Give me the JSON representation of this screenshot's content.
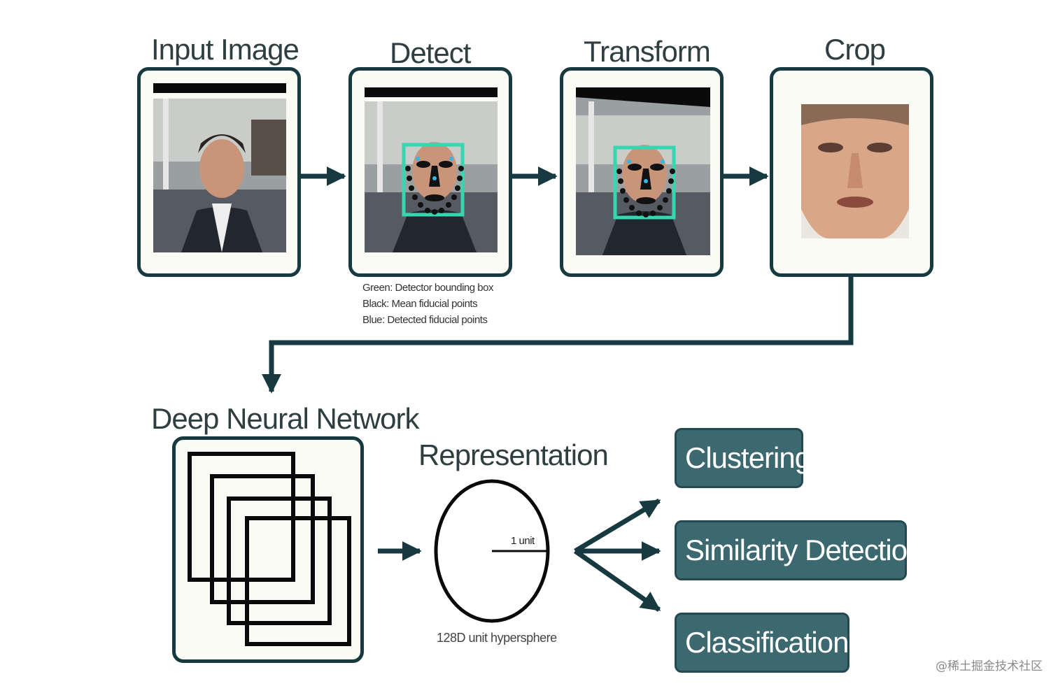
{
  "stages": {
    "input": "Input Image",
    "detect": "Detect",
    "transform": "Transform",
    "crop": "Crop",
    "dnn": "Deep Neural Network",
    "representation": "Representation"
  },
  "legend": [
    "Green: Detector bounding box",
    "Black: Mean fiducial points",
    "Blue: Detected fiducial points"
  ],
  "hypersphere": {
    "radius_label": "1 unit",
    "caption": "128D unit hypersphere"
  },
  "outputs": [
    "Clustering",
    "Similarity Detection",
    "Classification"
  ],
  "watermark": "@稀土掘金技术社区",
  "colors": {
    "arrow": "#163a40",
    "frame_border": "#163a40",
    "output_box": "#3c6870",
    "detector_box": "#35d6b0",
    "fiducial_points": "#111111"
  }
}
